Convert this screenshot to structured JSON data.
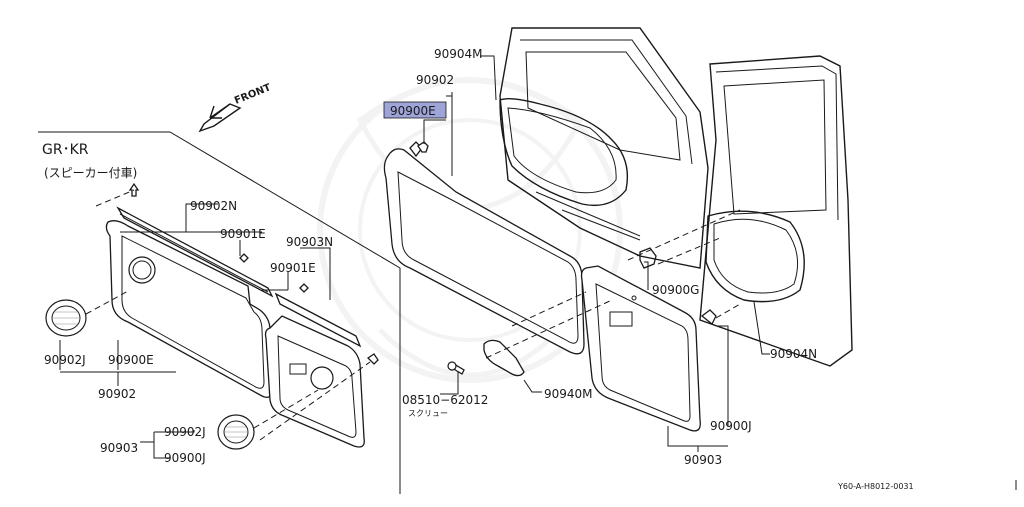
{
  "colors": {
    "highlight": "#9ea3d8",
    "ink": "#1a1a1a",
    "watermark": "#e6e6e6"
  },
  "diagram": {
    "front": "FRONT",
    "variant_title": "GR･KR",
    "variant_note": "(スピーカー付車)",
    "labels": {
      "p_90904M": "90904M",
      "p_90902_top": "90902",
      "p_90900E_hl": "90900E",
      "p_90902N": "90902N",
      "p_90901E_a": "90901E",
      "p_90903N": "90903N",
      "p_90901E_b": "90901E",
      "p_90900G": "90900G",
      "p_90904N": "90904N",
      "p_90902J_a": "90902J",
      "p_90900E_b": "90900E",
      "p_90902_bot": "90902",
      "p_90902J_b": "90902J",
      "p_90903_left": "90903",
      "p_90900J_left": "90900J",
      "p_08510": "08510−62012",
      "p_screw": "スクリュー",
      "p_90940M": "90940M",
      "p_90900J_right": "90900J",
      "p_90903_right": "90903"
    },
    "figure_code": "Y60-A-H8012-0031"
  }
}
